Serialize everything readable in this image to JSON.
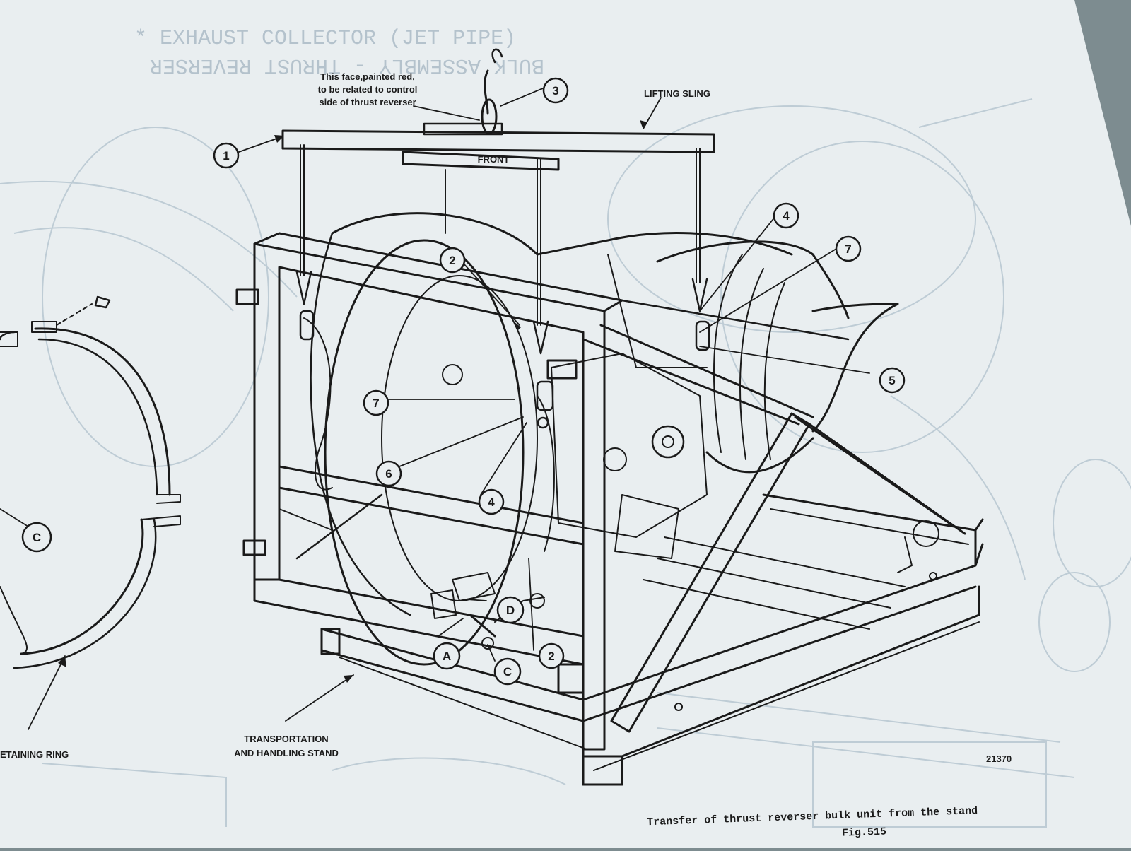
{
  "ghost_header": {
    "line1": "* EXHAUST COLLECTOR (JET PIPE)",
    "line2": "BULK ASSEMBLY - THRUST REVERSER"
  },
  "callouts": {
    "face_note": [
      "This face,painted red,",
      "to be related to control",
      "side of thrust reverser"
    ],
    "lifting_sling": "LIFTING SLING",
    "front": "FRONT",
    "stand": [
      "TRANSPORTATION",
      "AND HANDLING STAND"
    ],
    "retaining_ring": "ETAINING RING",
    "drawing_no": "21370"
  },
  "markers": {
    "m1": "1",
    "m2a": "2",
    "m2b": "2",
    "m3": "3",
    "m4a": "4",
    "m4b": "4",
    "m5": "5",
    "m6": "6",
    "m7a": "7",
    "m7b": "7",
    "mA": "A",
    "mC1": "C",
    "mC2": "C",
    "mD": "D"
  },
  "caption": {
    "title": "Transfer of thrust reverser bulk unit from the stand",
    "figure": "Fig.515"
  },
  "colors": {
    "paper": "#e9eef0",
    "ink": "#1a1a1a",
    "ghost_print": "#aebdc8",
    "table_edge": "#7d8c90"
  }
}
